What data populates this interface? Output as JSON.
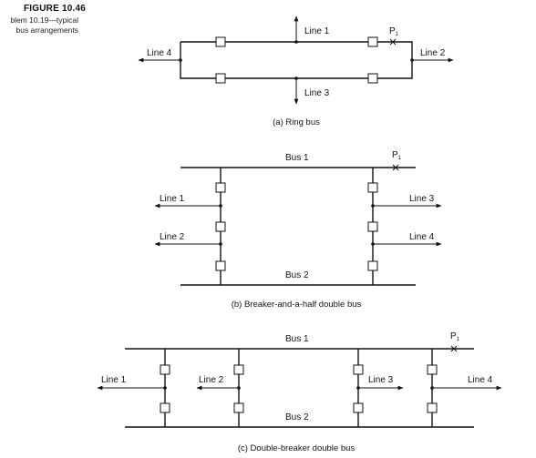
{
  "figure": {
    "number": "FIGURE 10.46",
    "caption_line1": "blem 10.19—typical",
    "caption_line2": "bus arrangements"
  },
  "ring_bus": {
    "caption": "(a)  Ring bus",
    "line1": "Line 1",
    "line2": "Line 2",
    "line3": "Line 3",
    "line4": "Line 4",
    "fault": "P",
    "fault_sub": "1"
  },
  "breaker_half": {
    "caption": "(b)  Breaker-and-a-half double bus",
    "bus1": "Bus 1",
    "bus2": "Bus 2",
    "line1": "Line 1",
    "line2": "Line 2",
    "line3": "Line 3",
    "line4": "Line 4",
    "fault": "P",
    "fault_sub": "1"
  },
  "double_breaker": {
    "caption": "(c)  Double-breaker double bus",
    "bus1": "Bus 1",
    "bus2": "Bus 2",
    "line1": "Line 1",
    "line2": "Line 2",
    "line3": "Line 3",
    "line4": "Line 4",
    "fault": "P",
    "fault_sub": "1"
  }
}
